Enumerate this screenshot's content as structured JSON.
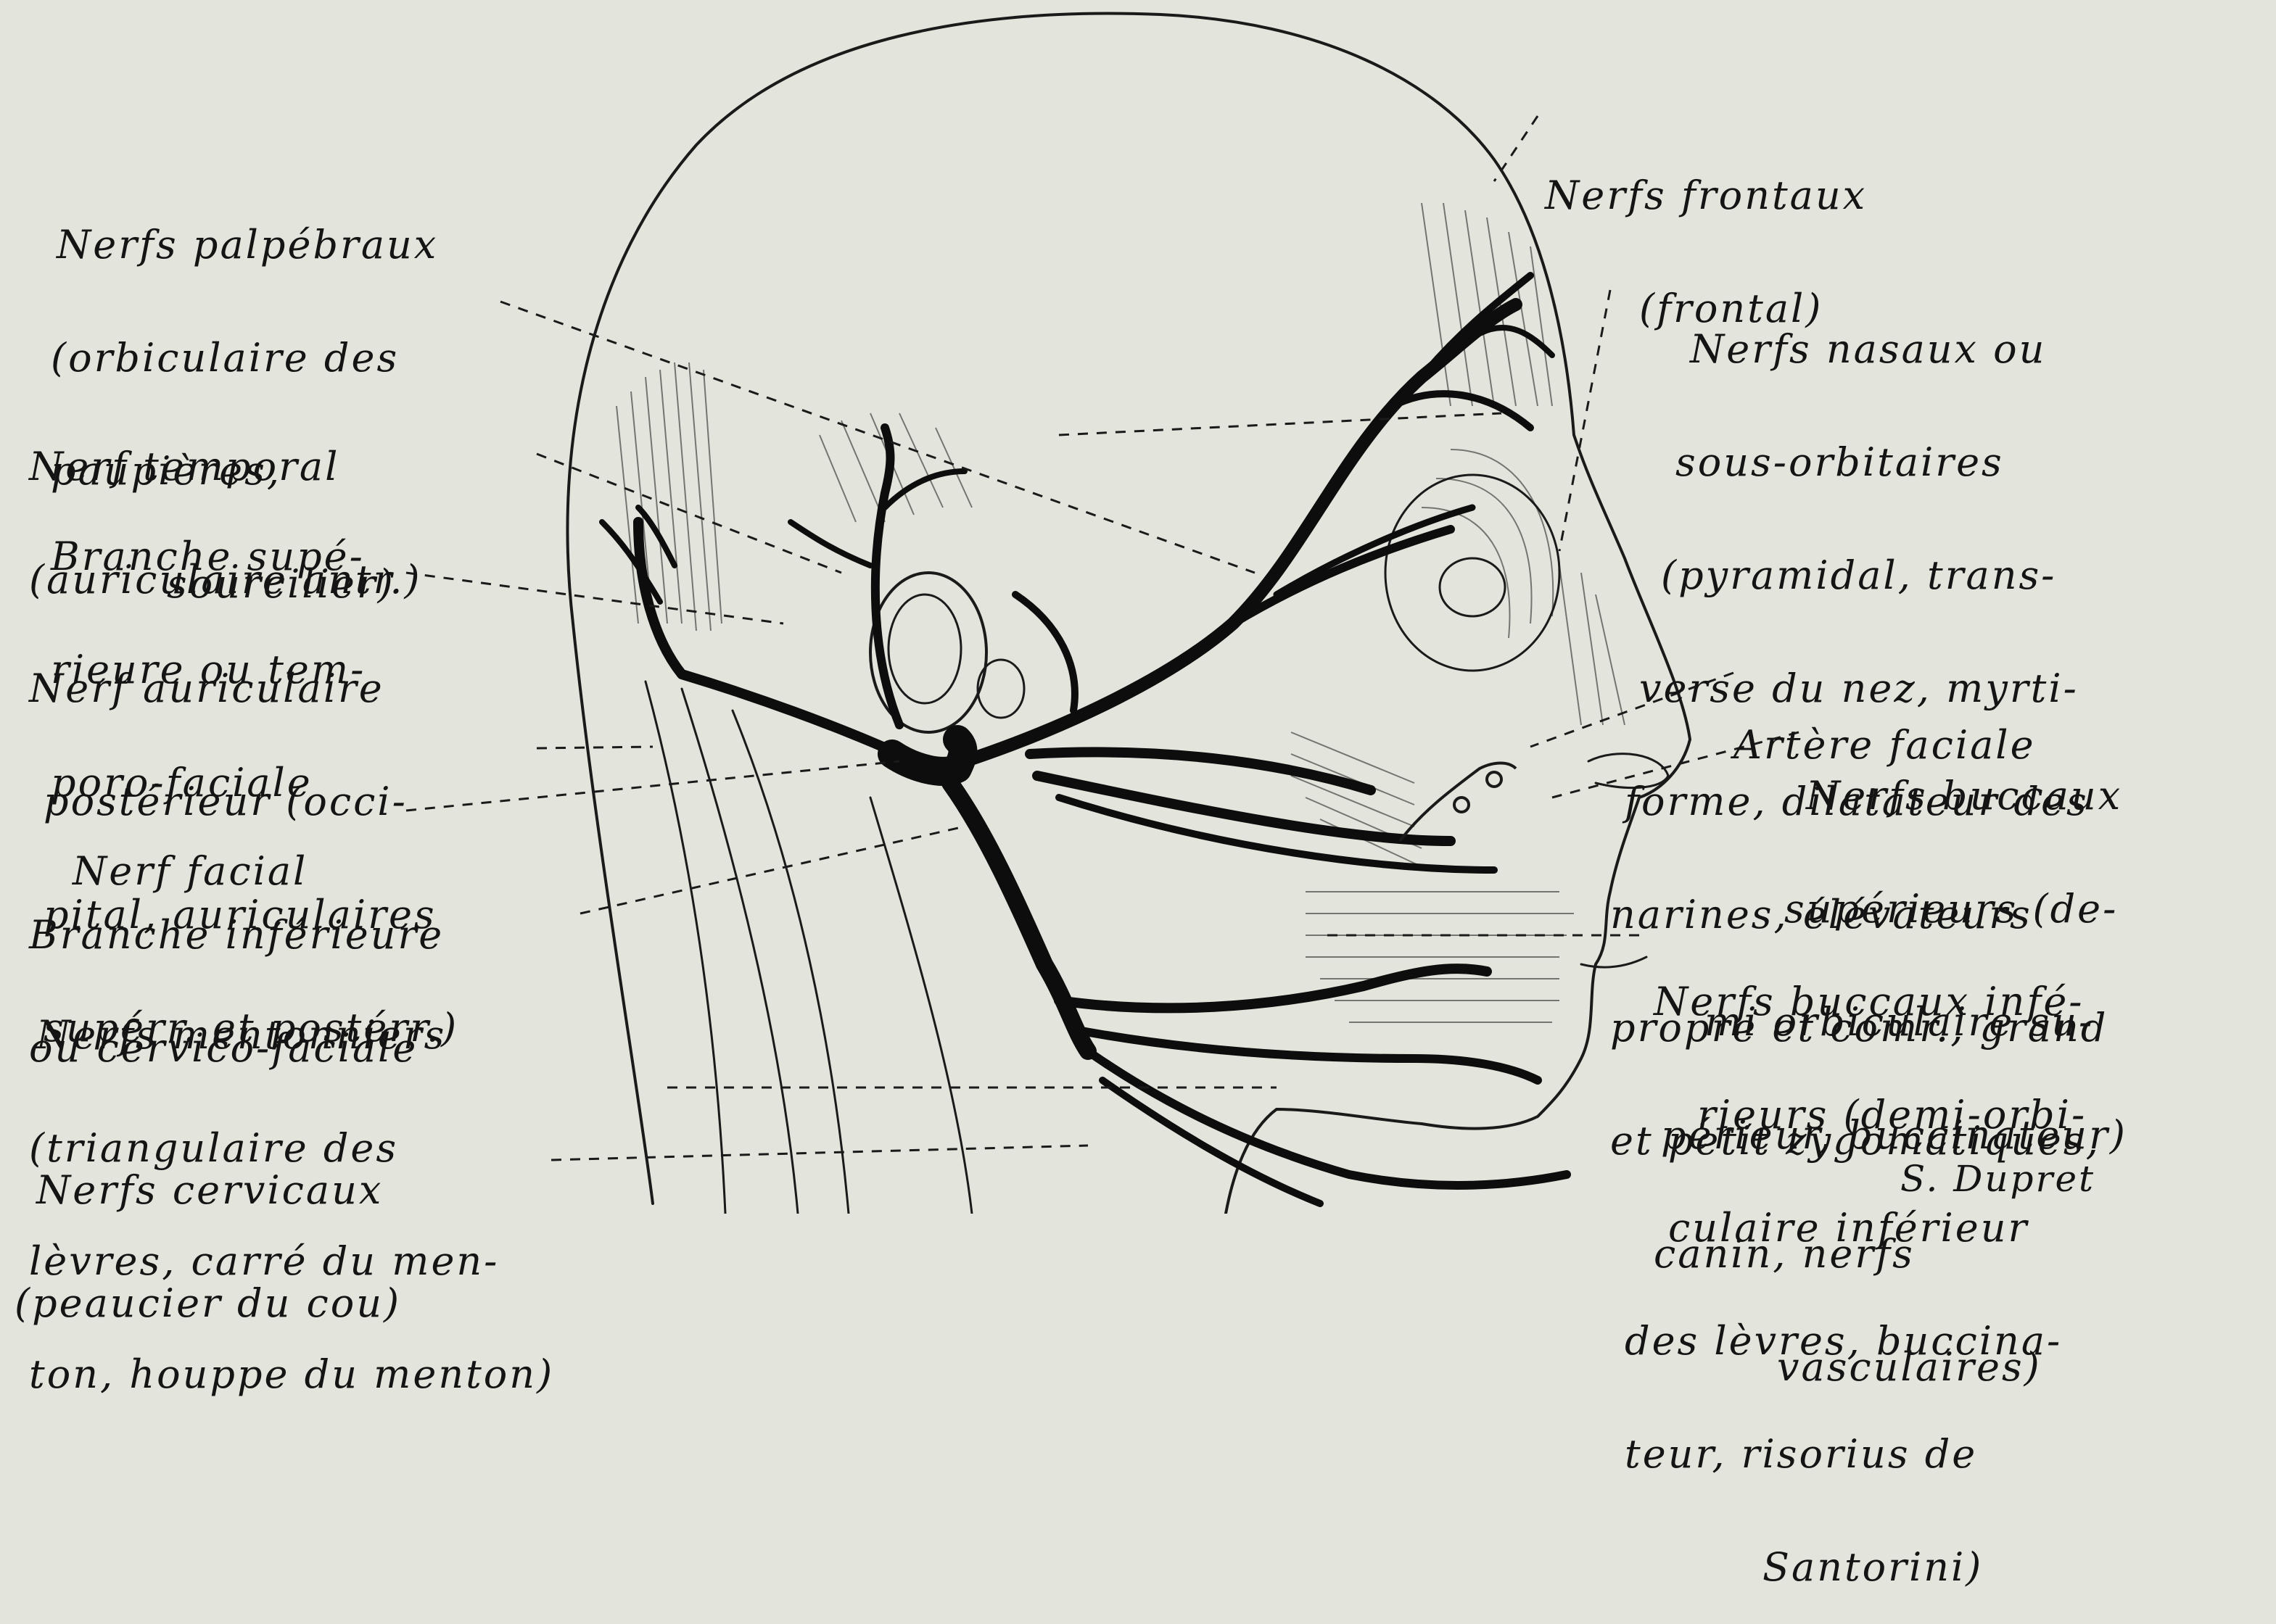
{
  "labels_left": {
    "palpebraux": [
      "Nerfs palpébraux",
      "(orbiculaire des",
      "paupières,",
      "sourcilier)"
    ],
    "temporal": [
      "Nerf temporal",
      "(auriculaire antr.)"
    ],
    "branche_sup": [
      "Branche supé-",
      "rieure ou tem-",
      "poro-faciale"
    ],
    "auriculaire": [
      "Nerf auriculaire",
      "postérieur (occi-",
      "pital, auriculaires",
      "supérr. et postérr.)"
    ],
    "facial": [
      "Nerf facial"
    ],
    "branche_inf": [
      "Branche inférieure",
      "ou cervico-faciale"
    ],
    "mentonniers": [
      "Nerfs mentonniers",
      "(triangulaire des",
      "lèvres, carré du men-",
      "ton, houppe du menton)"
    ],
    "cervicaux": [
      "Nerfs cervicaux",
      "(peaucier du cou)"
    ]
  },
  "labels_right": {
    "frontaux": [
      "Nerfs frontaux",
      "(frontal)"
    ],
    "nasaux": [
      "Nerfs nasaux ou",
      "sous-orbitaires",
      "(pyramidal, trans-",
      "verse du nez, myrti-",
      "forme, dilatateur des",
      "narines, élévateurs",
      "propre et comr., grand",
      "et petit zygomatiques,",
      "canin, nerfs",
      "vasculaires)"
    ],
    "artere": [
      "Artère faciale"
    ],
    "buccaux_sup": [
      "Nerfs buccaux",
      "supérieurs (de-",
      "mi orbiculaire su-",
      "périeur, buccinateur)"
    ],
    "buccaux_inf": [
      "Nerfs buccaux infé-",
      "rieurs (demi-orbi-",
      "culaire inférieur",
      "des lèvres, buccina-",
      "teur, risorius de",
      "Santorini)"
    ]
  },
  "signature": "S. Dupret",
  "colors": {
    "paper": "#e3e5dc",
    "ink": "#141414"
  }
}
